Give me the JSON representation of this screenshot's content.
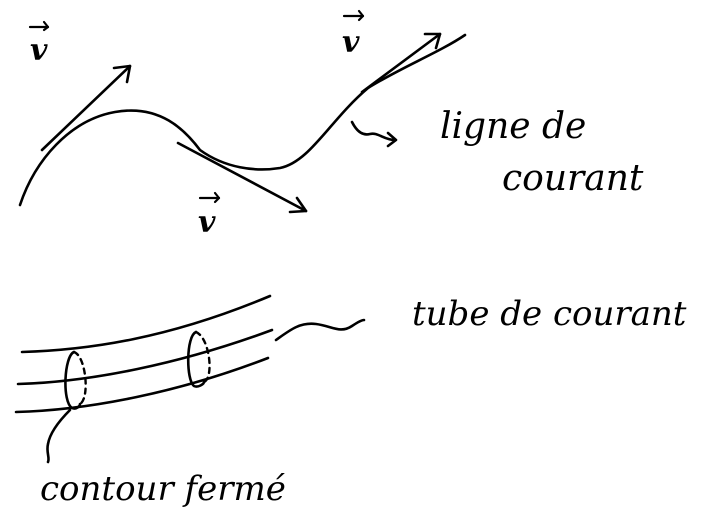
{
  "labels": {
    "streamline": [
      "ligne de",
      "courant"
    ],
    "stream_tube": "tube de courant",
    "closed_contour": "contour fermé",
    "velocity_symbol": "v"
  }
}
